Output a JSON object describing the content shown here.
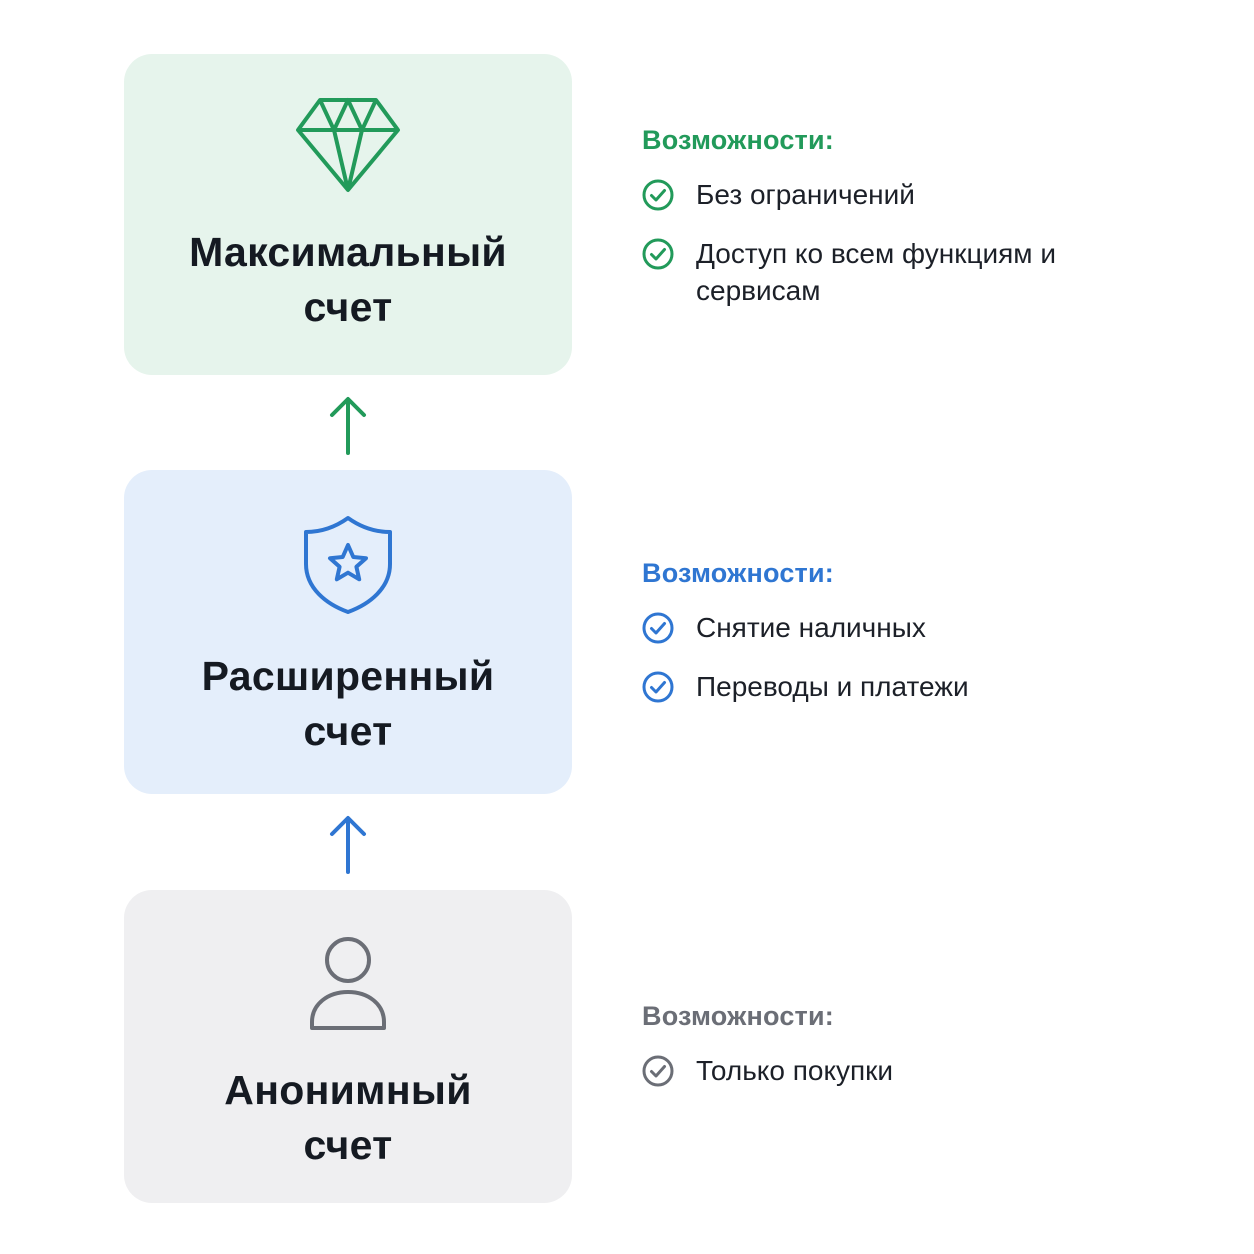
{
  "colors": {
    "green": "#229a5a",
    "blue": "#2f76d2",
    "gray": "#6b6e76"
  },
  "tiers": [
    {
      "icon": "diamond-icon",
      "title_line1": "Максимальный",
      "title_line2": "счет",
      "features_heading": "Возможности:",
      "features": [
        "Без ограничений",
        "Доступ ко всем функциям и сервисам"
      ]
    },
    {
      "icon": "shield-star-icon",
      "title_line1": "Расширенный",
      "title_line2": "счет",
      "features_heading": "Возможности:",
      "features": [
        "Снятие наличных",
        "Переводы и платежи"
      ]
    },
    {
      "icon": "user-icon",
      "title_line1": "Анонимный",
      "title_line2": "счет",
      "features_heading": "Возможности:",
      "features": [
        "Только покупки"
      ]
    }
  ]
}
